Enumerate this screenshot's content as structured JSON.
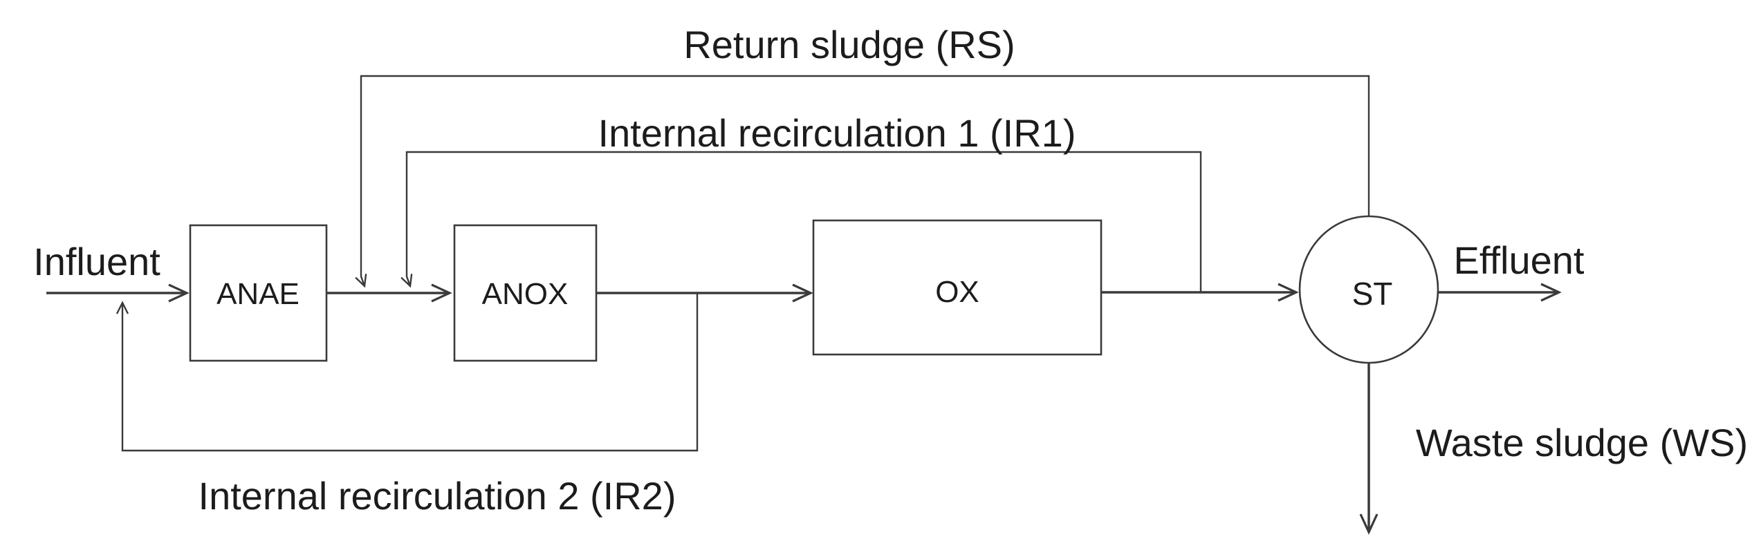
{
  "diagram": {
    "type": "process-flow",
    "background_color": "#ffffff",
    "line_color": "#3a3a3a",
    "text_color": "#1c1c1c",
    "flow_labels": {
      "influent": "Influent",
      "effluent": "Effluent",
      "return_sludge": "Return sludge (RS)",
      "internal_recirculation_1": "Internal recirculation 1 (IR1)",
      "internal_recirculation_2": "Internal recirculation 2 (IR2)",
      "waste_sludge": "Waste sludge (WS)"
    },
    "units": [
      {
        "id": "anae",
        "label": "ANAE",
        "shape": "rectangle"
      },
      {
        "id": "anox",
        "label": "ANOX",
        "shape": "rectangle"
      },
      {
        "id": "ox",
        "label": "OX",
        "shape": "rectangle"
      },
      {
        "id": "st",
        "label": "ST",
        "shape": "circle"
      }
    ],
    "streams": [
      {
        "id": "influent",
        "from": "source",
        "to": "anae"
      },
      {
        "id": "anae-anox",
        "from": "anae",
        "to": "anox"
      },
      {
        "id": "anox-ox",
        "from": "anox",
        "to": "ox"
      },
      {
        "id": "ox-st",
        "from": "ox",
        "to": "st"
      },
      {
        "id": "effluent",
        "from": "st",
        "to": "sink"
      },
      {
        "id": "return-sludge",
        "from": "st-top",
        "to": "anae-anox-line"
      },
      {
        "id": "internal-recirculation-1",
        "from": "ox-outlet",
        "to": "anox-inlet"
      },
      {
        "id": "internal-recirculation-2",
        "from": "anox-outlet",
        "to": "influent-line"
      },
      {
        "id": "waste-sludge",
        "from": "st-bottom",
        "to": "out"
      }
    ]
  }
}
